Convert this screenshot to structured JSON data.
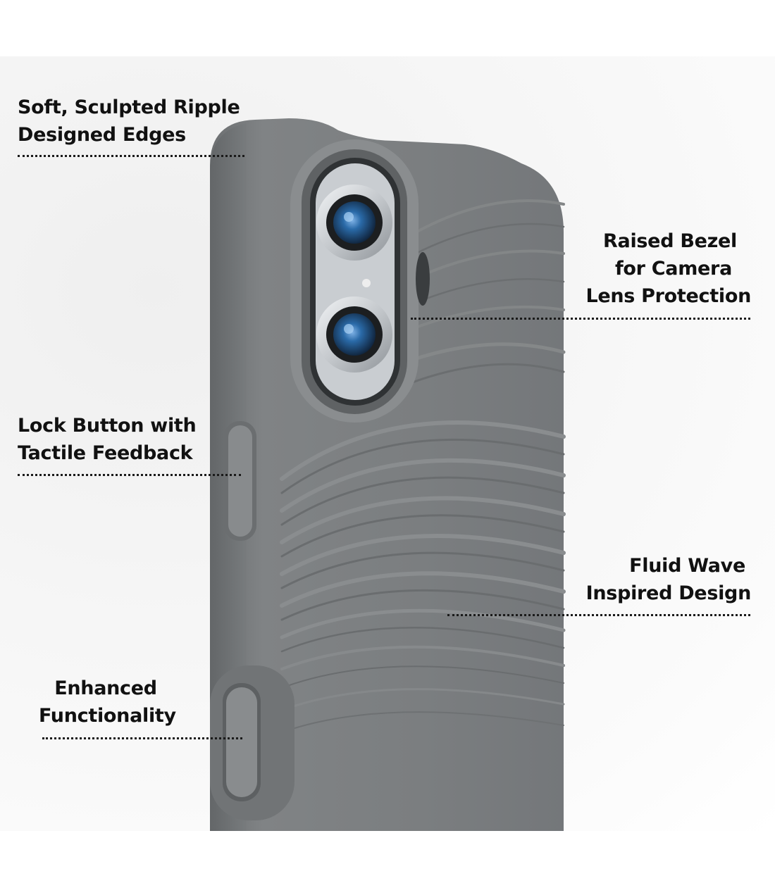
{
  "callouts": {
    "edges": {
      "lines": [
        "Soft, Sculpted Ripple",
        "Designed Edges"
      ]
    },
    "bezel": {
      "lines": [
        "Raised Bezel",
        "for Camera",
        "Lens Protection"
      ]
    },
    "lock": {
      "lines": [
        "Lock Button with",
        "Tactile Feedback"
      ]
    },
    "wave": {
      "lines": [
        "Fluid Wave",
        "Inspired Design"
      ]
    },
    "functionality": {
      "lines": [
        "Enhanced",
        "Functionality"
      ]
    }
  },
  "colors": {
    "case": "#7b7e80",
    "case_shadow": "#5f6264",
    "lens_ring": "#d9dcdf",
    "lens_glass": "#1f4f86",
    "text": "#111111"
  }
}
